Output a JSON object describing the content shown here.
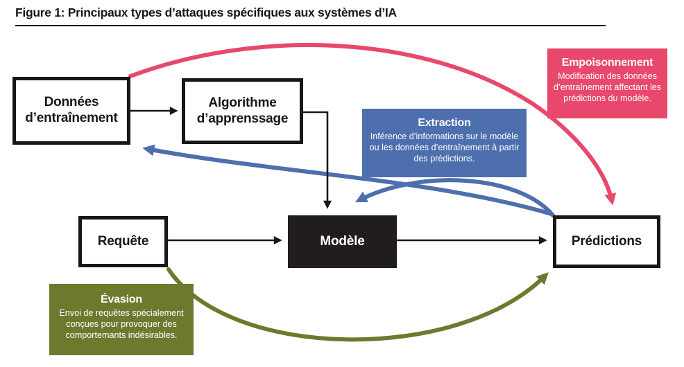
{
  "figure_title": "Figure 1: Principaux types d’attaques spécifiques aux systèmes d’IA",
  "colors": {
    "ink": "#1a1617",
    "model_fill": "#211d1e",
    "poisoning": "#e8486b",
    "extraction": "#4d6fae",
    "evasion": "#6c7a2e"
  },
  "nodes": {
    "training_data": {
      "lines": [
        "Données",
        "d’entraînement"
      ]
    },
    "learning_algorithm": {
      "lines": [
        "Algorithme",
        "d’apprenssage"
      ]
    },
    "query": {
      "label": "Requête"
    },
    "model": {
      "label": "Modèle"
    },
    "predictions": {
      "label": "Prédictions"
    }
  },
  "attacks": {
    "empoisonnement": {
      "title": "Empoisonnement",
      "description": "Modification des données d’entraînement affectant les prédictions du modèle.",
      "color": "#e8486b"
    },
    "extraction": {
      "title": "Extraction",
      "description": "Inférence d’informations sur le modèle ou les données d’entraînement à partir des prédictions.",
      "color": "#4d6fae"
    },
    "evasion": {
      "title": "Évasion",
      "description": "Envoi de requêtes spécialement conçues pour provoquer des comportemants indésirables.",
      "color": "#6c7a2e"
    }
  }
}
